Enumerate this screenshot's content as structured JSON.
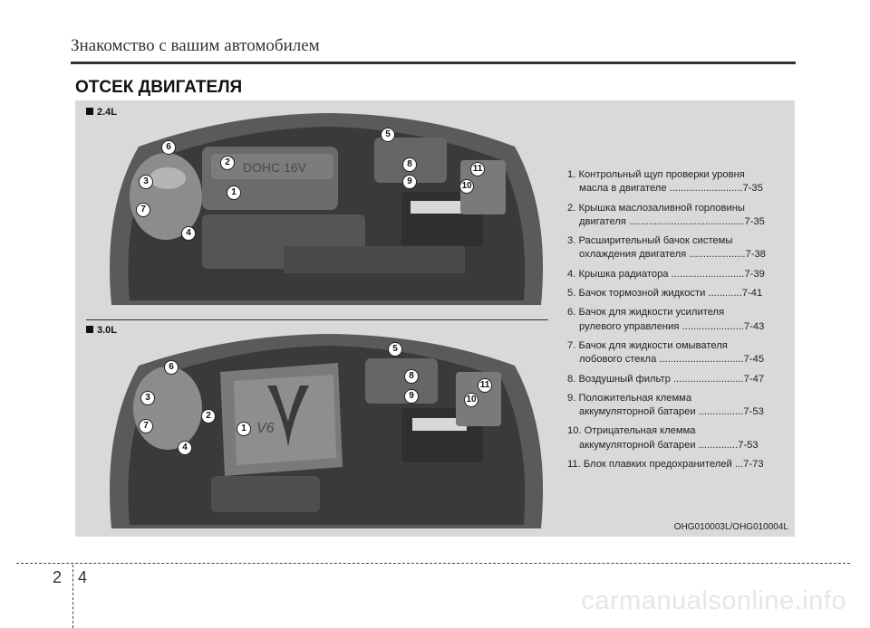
{
  "header": {
    "title": "Знакомство с вашим автомобилем"
  },
  "section": {
    "title": "ОТСЕК ДВИГАТЕЛЯ"
  },
  "variants": [
    {
      "label": "2.4L"
    },
    {
      "label": "3.0L"
    }
  ],
  "engine_24": {
    "cover_text": "DOHC 16V",
    "callouts": [
      "1",
      "2",
      "3",
      "4",
      "5",
      "6",
      "7",
      "8",
      "9",
      "10",
      "11"
    ]
  },
  "engine_30": {
    "cover_text": "V6",
    "callouts": [
      "1",
      "2",
      "3",
      "4",
      "5",
      "6",
      "7",
      "8",
      "9",
      "10",
      "11"
    ]
  },
  "legend": [
    {
      "line1": "1. Контрольный щуп проверки уровня",
      "line2": "масла в двигателе ..........................7-35"
    },
    {
      "line1": "2. Крышка маслозаливной горловины",
      "line2": "двигателя .........................................7-35"
    },
    {
      "line1": "3. Расширительный бачок системы",
      "line2": "охлаждения двигателя ....................7-38"
    },
    {
      "line1": "4. Крышка радиатора ..........................7-39",
      "line2": ""
    },
    {
      "line1": "5. Бачок тормозной жидкости ............7-41",
      "line2": ""
    },
    {
      "line1": "6. Бачок для жидкости усилителя",
      "line2": "рулевого управления ......................7-43"
    },
    {
      "line1": "7. Бачок для жидкости омывателя",
      "line2": "лобового стекла ..............................7-45"
    },
    {
      "line1": "8. Воздушный фильтр .........................7-47",
      "line2": ""
    },
    {
      "line1": "9. Положительная клемма",
      "line2": "аккумуляторной батареи ................7-53"
    },
    {
      "line1": "10. Отрицательная клемма",
      "line2": "аккумуляторной батареи ..............7-53"
    },
    {
      "line1": "11. Блок плавких предохранителей ...7-73",
      "line2": ""
    }
  ],
  "reference_code": "OHG010003L/OHG010004L",
  "page": {
    "left": "2",
    "right": "4"
  },
  "watermark": "carmanualsonline.info",
  "colors": {
    "panel": "#d9d9d9",
    "rule": "#333333"
  }
}
